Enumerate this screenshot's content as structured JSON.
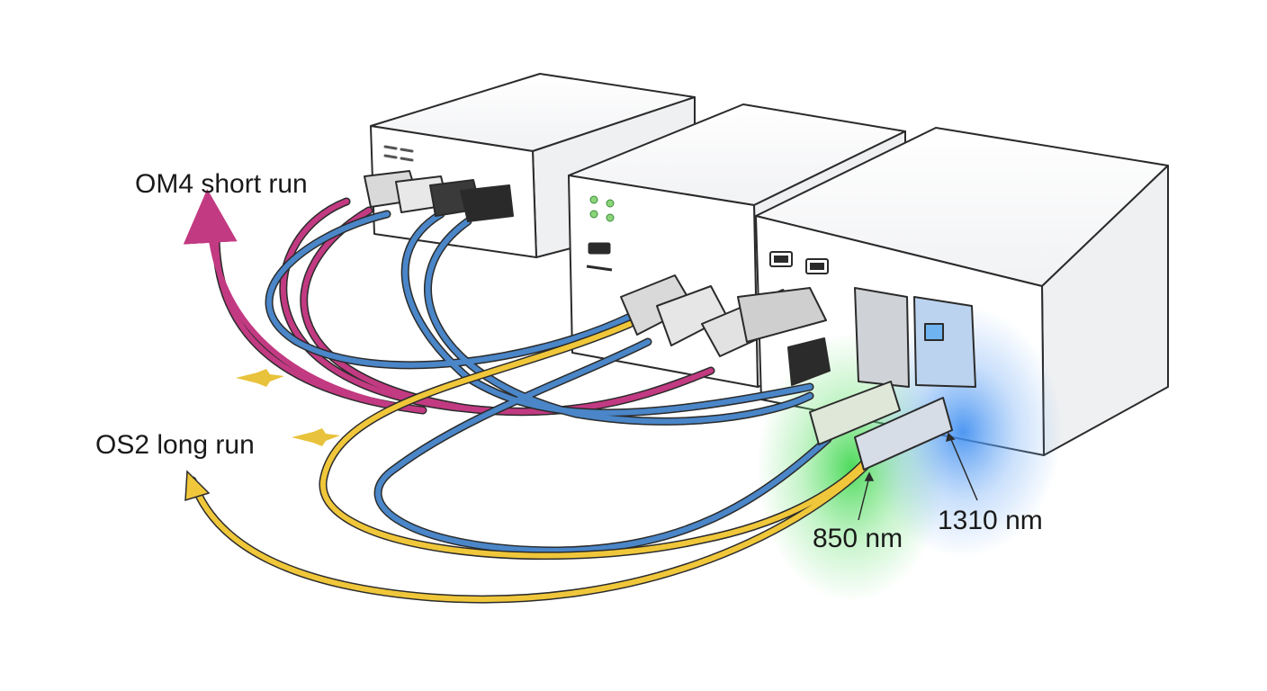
{
  "labels": {
    "om4": "OM4 short run",
    "os2": "OS2 long run",
    "nm850": "850 nm",
    "nm1310": "1310 nm"
  },
  "colors": {
    "om4_cable": "#c23a82",
    "blue_cable": "#4a86c8",
    "os2_cable": "#f0c73a",
    "glow_850": "#3ad64a",
    "glow_1310": "#3a8cf0",
    "chassis": "#ffffff",
    "outline": "#2b2b2b"
  },
  "icons": [
    "signal-arrow-icon",
    "signal-arrow-icon"
  ]
}
